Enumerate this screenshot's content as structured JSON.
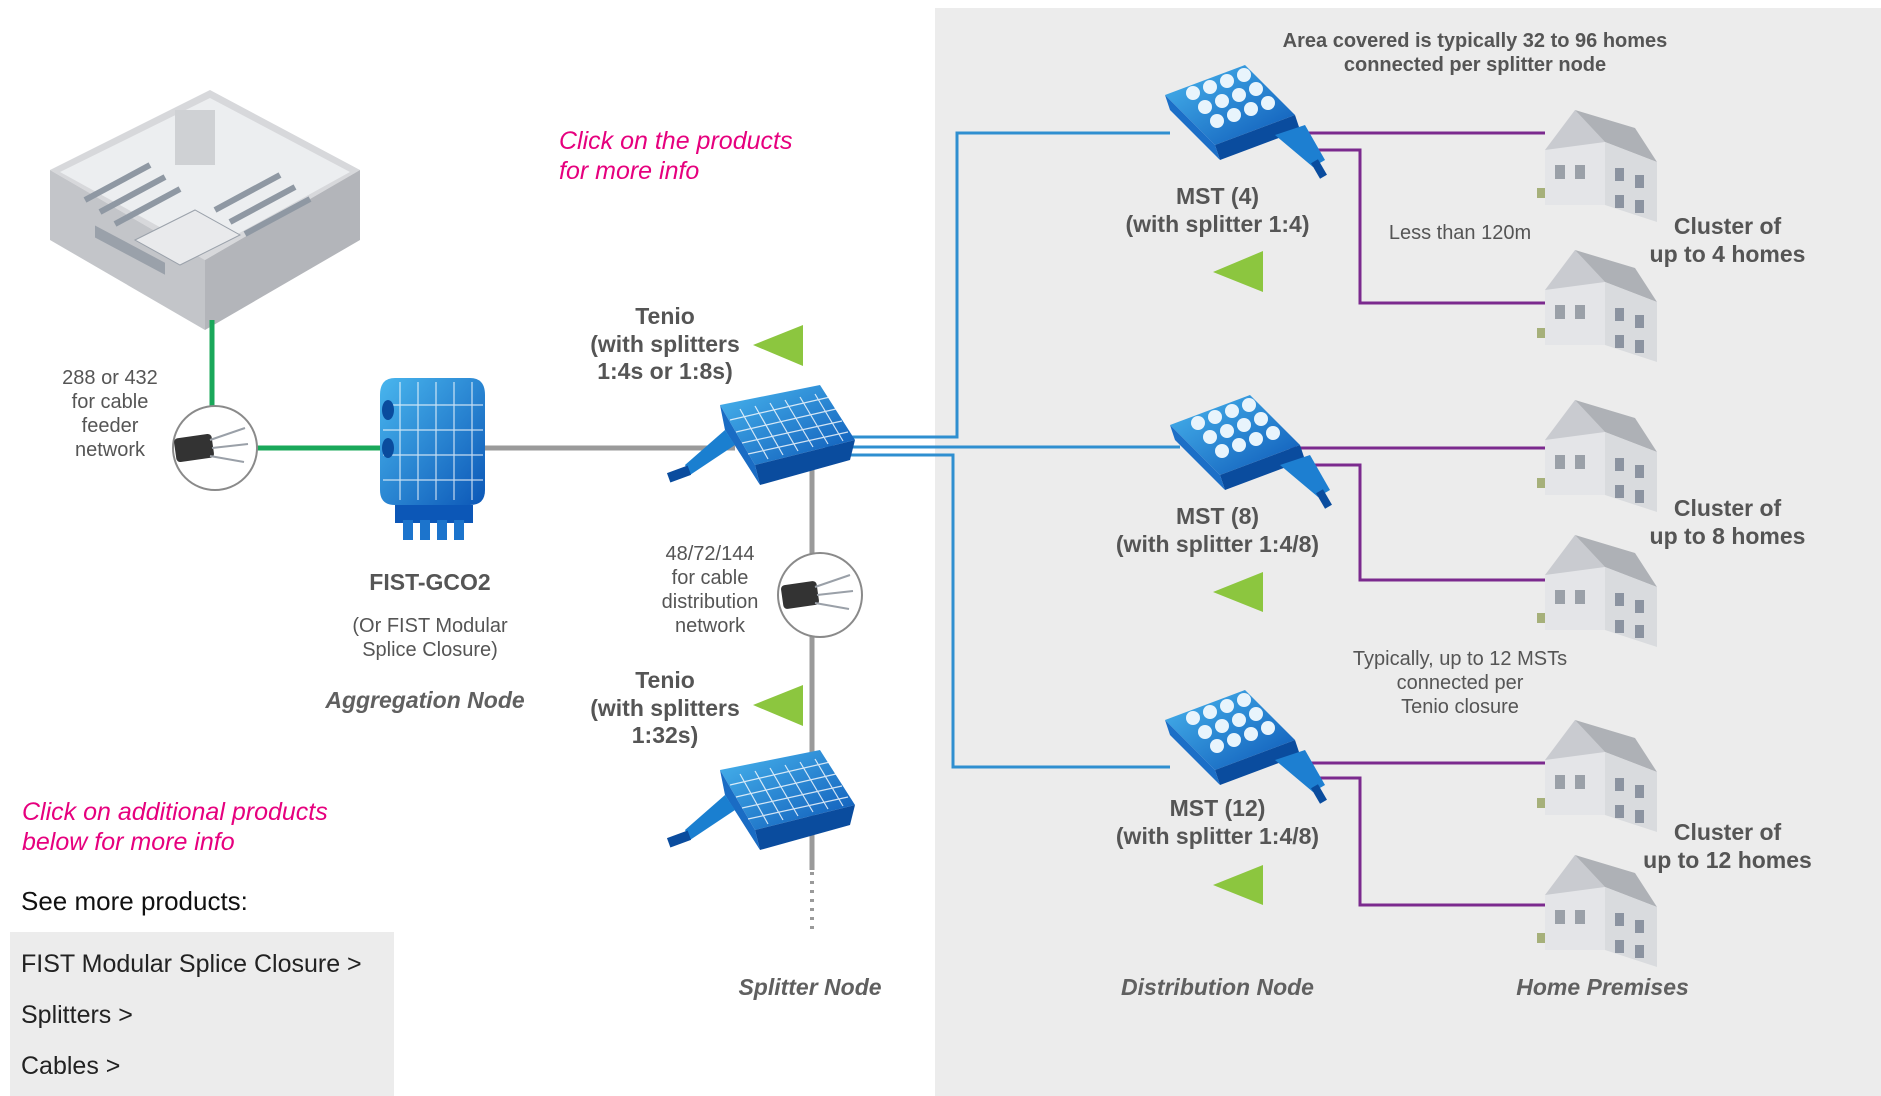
{
  "instructions": {
    "top": "Click on the products\nfor more info",
    "bottom": "Click on additional products\nbelow for more info"
  },
  "coverage_note": "Area covered is typically 32 to 96 homes\nconnected per splitter node",
  "feeder_cable_label": "288 or 432\nfor cable\nfeeder\nnetwork",
  "distribution_cable_label": "48/72/144\nfor cable\ndistribution\nnetwork",
  "aggregation": {
    "product": "FIST-GCO2",
    "alt": "(Or FIST Modular\nSplice Closure)",
    "node": "Aggregation Node"
  },
  "tenio_top": "Tenio\n(with splitters\n1:4s or 1:8s)",
  "tenio_bottom": "Tenio\n(with splitters\n1:32s)",
  "splitter_node": "Splitter Node",
  "mst": [
    {
      "label": "MST (4)\n(with splitter 1:4)"
    },
    {
      "label": "MST (8)\n(with splitter 1:4/8)"
    },
    {
      "label": "MST (12)\n(with splitter 1:4/8)"
    }
  ],
  "distance_note": "Less than 120m",
  "mst_note": "Typically, up to 12 MSTs\nconnected per\nTenio closure",
  "clusters": [
    "Cluster of\nup to 4 homes",
    "Cluster of\nup to 8 homes",
    "Cluster of\nup to 12 homes"
  ],
  "distribution_node": "Distribution Node",
  "home_premises": "Home Premises",
  "see_more": {
    "title": "See more products:",
    "links": [
      "FIST Modular Splice Closure >",
      "Splitters >",
      "Cables >"
    ]
  },
  "colors": {
    "feeder_line": "#1aa85a",
    "grey_line": "#9a9a9a",
    "blue_line": "#2f8fd0",
    "purple_line": "#7b2a8e",
    "arrow": "#8cc63f",
    "accent_pink": "#e6007e",
    "panel": "#ececec"
  }
}
